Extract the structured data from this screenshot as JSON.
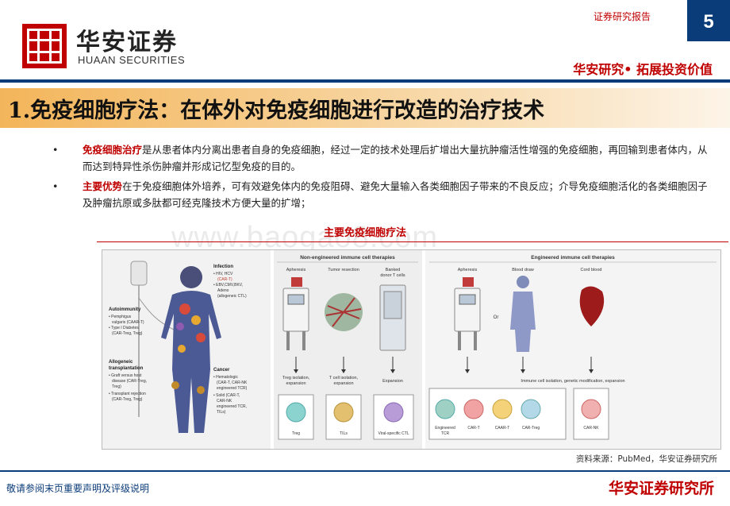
{
  "header": {
    "logo_cn": "华安证券",
    "logo_en": "HUAAN SECURITIES",
    "report_type": "证券研究报告",
    "page_number": "5",
    "slogan": "华安研究• 拓展投资价值"
  },
  "title": "1.免疫细胞疗法：在体外对免疫细胞进行改造的治疗技术",
  "bullets": [
    {
      "term": "免疫细胞治疗",
      "text": "是从患者体内分离出患者自身的免疫细胞，经过一定的技术处理后扩增出大量抗肿瘤活性增强的免疫细胞，再回输到患者体内，从而达到特异性杀伤肿瘤并形成记忆型免疫的目的。"
    },
    {
      "term": "主要优势",
      "text": "在于免疫细胞体外培养，可有效避免体内的免疫阻碍、避免大量输入各类细胞因子带来的不良反应；介导免疫细胞活化的各类细胞因子及肿瘤抗原或多肽都可经克隆技术方便大量的扩增；"
    }
  ],
  "bullet_marker": "•",
  "figure": {
    "title": "主要免疫细胞疗法",
    "watermark": "www.baogao8.com",
    "left_panel": {
      "infection_title": "Infection",
      "infection_items": [
        "• HIV, HCV",
        "(CAR-T)",
        "• EBV,CMV,BKV,",
        "Adeno",
        "(allogeneic CTL)"
      ],
      "autoimmunity_title": "Autoimmunity",
      "autoimmunity_items": [
        "• Pemphigus",
        "vulgaris (CAAR-T)",
        "• Type I Diabetes",
        "(CAR-Treg, Treg)"
      ],
      "allo_title": [
        "Allogeneic",
        "transplantation"
      ],
      "allo_items": [
        "• Graft versus host",
        "disease (CAR-Treg,",
        "Treg)",
        "• Transplant rejection",
        "(CAR-Treg, Treg)"
      ],
      "cancer_title": "Cancer",
      "cancer_items": [
        "• Hematologic",
        "(CAR-T, CAR-NK",
        "engineered TCR)",
        "• Solid (CAR-T,",
        "CAR-NK",
        "engineered TCR,",
        "TILs)"
      ]
    },
    "non_engineered": {
      "header": "Non-engineered immune cell therapies",
      "columns": [
        {
          "source": "Apheresis",
          "process": [
            "Treg isolation,",
            "expansion"
          ],
          "cell": "Treg"
        },
        {
          "source": "Tumor resection",
          "process": [
            "T cell isolation,",
            "expansion"
          ],
          "cell": "TILs"
        },
        {
          "source": "Banked donor T cells",
          "source_lines": [
            "Banked",
            "donor T cells"
          ],
          "process": [
            "Expansion"
          ],
          "cell": "Viral-specific CTL"
        }
      ]
    },
    "engineered": {
      "header": "Engineered immune cell therapies",
      "sources": [
        "Apheresis",
        "Blood draw",
        "Cord blood"
      ],
      "or_label": "Or",
      "process": "Immune cell isolation, genetic modification, expansion",
      "cells": [
        "Engineered TCR",
        "CAR-T",
        "CAAR-T",
        "CAR-Treg",
        "CAR-NK"
      ],
      "cell_lines": [
        [
          "Engineered",
          "TCR"
        ],
        [
          "CAR-T"
        ],
        [
          "CAAR-T"
        ],
        [
          "CAR-Treg"
        ],
        [
          "CAR-NK"
        ]
      ]
    }
  },
  "source_note": "资料来源：PubMed，华安证券研究所",
  "footer": {
    "disclaimer": "敬请参阅末页重要声明及评级说明",
    "brand": "华安证券研究所"
  },
  "colors": {
    "brand_red": "#c00000",
    "navy": "#0b3c7a",
    "title_orange": "#f3b55a"
  }
}
